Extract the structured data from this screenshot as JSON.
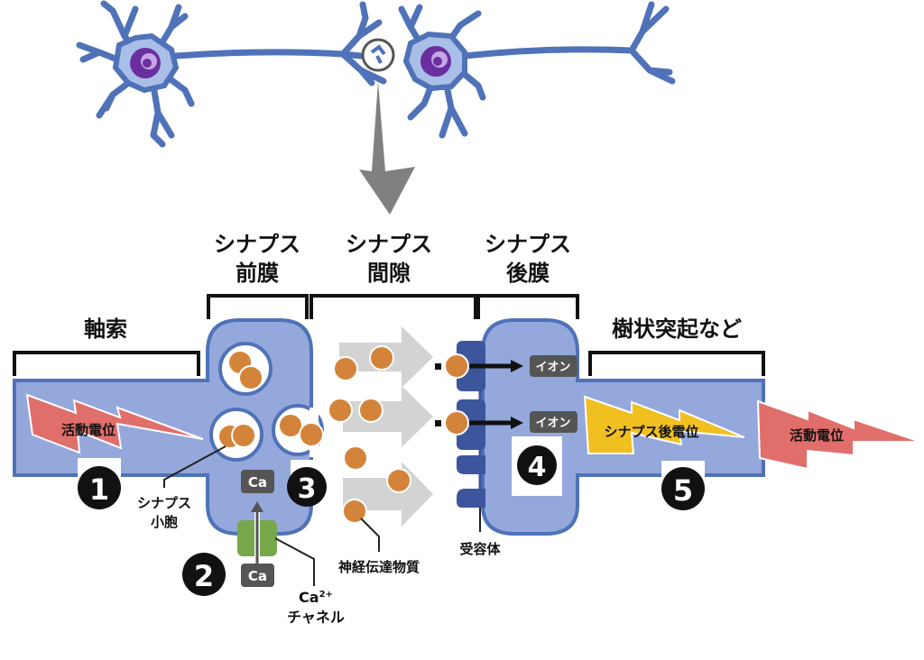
{
  "title_regions": {
    "presynaptic": [
      "シナプス",
      "前膜"
    ],
    "cleft": [
      "シナプス",
      "間隙"
    ],
    "postsynaptic": [
      "シナプス",
      "後膜"
    ],
    "axon": "軸索",
    "dendrite": "樹状突起など"
  },
  "signals": {
    "action_potential_in": "活動電位",
    "postsynaptic_potential": "シナプス後電位",
    "action_potential_out": "活動電位"
  },
  "labels": {
    "vesicle": [
      "シナプス",
      "小胞"
    ],
    "ca_channel": [
      "Ca",
      "2+",
      "チャネル"
    ],
    "neurotransmitter": "神経伝達物質",
    "receptor": "受容体",
    "ca_ion": "Ca",
    "ion": "イオン"
  },
  "steps": [
    "1",
    "2",
    "3",
    "4",
    "5"
  ],
  "colors": {
    "neuron_blue": "#4f72b8",
    "membrane_fill": "#94a8dc",
    "nucleus": "#6a2f9e",
    "nucleolus": "#c5a6e6",
    "soma_fill": "#a9bfe8",
    "transmitter": "#d4843a",
    "receptor": "#3c559c",
    "action_potential": "#e06e6a",
    "postsynaptic_potential": "#f0c020",
    "channel_green": "#78a84a",
    "ion_badge": "#555555",
    "flow_arrow": "#d3d3d3",
    "zoom_arrow": "#808080"
  }
}
